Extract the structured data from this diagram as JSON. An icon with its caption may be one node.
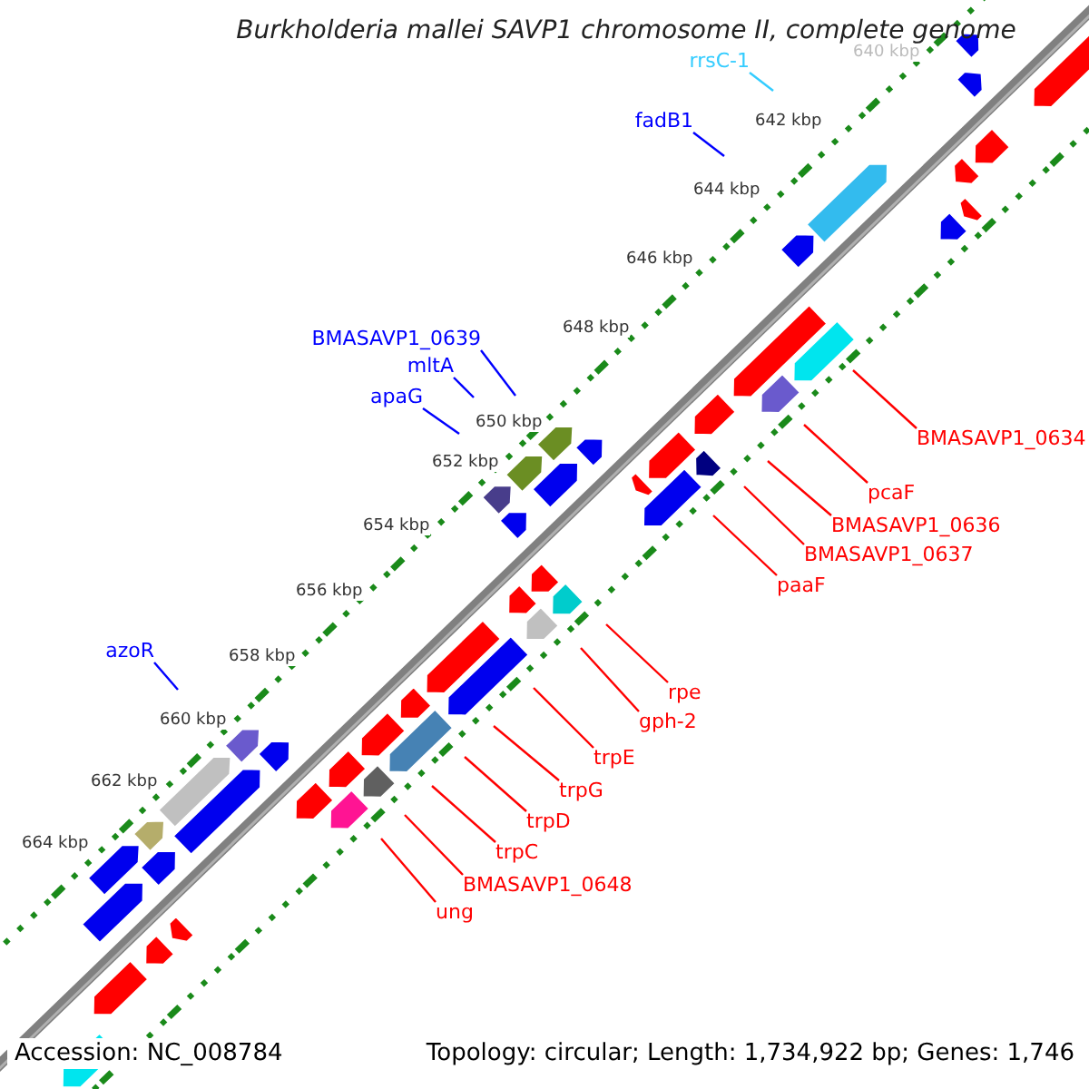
{
  "diagram": {
    "title": "Burkholderia mallei SAVP1 chromosome II, complete genome",
    "nodes": [
      {
        "text": [
          "rrsC-1"
        ]
      },
      {
        "text": [
          "fadB1"
        ]
      },
      {
        "text": [
          "BMASAVP1_0639"
        ]
      },
      {
        "text": [
          "mltA"
        ]
      },
      {
        "text": [
          "apaG"
        ]
      },
      {
        "text": [
          "BMASAVP1_0634"
        ]
      },
      {
        "text": [
          "pcaF"
        ]
      },
      {
        "text": [
          "BMASAVP1_0636"
        ]
      },
      {
        "text": [
          "BMASAVP1_0637"
        ]
      },
      {
        "text": [
          "paaF"
        ]
      },
      {
        "text": [
          "azoR"
        ]
      },
      {
        "text": [
          "rpe"
        ]
      },
      {
        "text": [
          "gph-2"
        ]
      },
      {
        "text": [
          "trpE"
        ]
      },
      {
        "text": [
          "trpG"
        ]
      },
      {
        "text": [
          "trpD"
        ]
      },
      {
        "text": [
          "trpC"
        ]
      },
      {
        "text": [
          "BMASAVP1_0648"
        ]
      },
      {
        "text": [
          "ung"
        ]
      }
    ],
    "edges": [
      {
        "from": 0,
        "to": null,
        "arrow": "none",
        "color": "#33ccff"
      },
      {
        "from": 1,
        "to": null,
        "arrow": "none",
        "color": "#0000ff"
      },
      {
        "from": 2,
        "to": null,
        "arrow": "none",
        "color": "#0000ff"
      },
      {
        "from": 3,
        "to": null,
        "arrow": "none",
        "color": "#0000ff"
      },
      {
        "from": 4,
        "to": null,
        "arrow": "none",
        "color": "#0000ff"
      },
      {
        "from": 5,
        "to": null,
        "arrow": "none"
      },
      {
        "from": 6,
        "to": null,
        "arrow": "none"
      },
      {
        "from": 7,
        "to": null,
        "arrow": "none"
      },
      {
        "from": 8,
        "to": null,
        "arrow": "none"
      },
      {
        "from": 9,
        "to": null,
        "arrow": "none"
      },
      {
        "from": 10,
        "to": null,
        "arrow": "none",
        "color": "#0000ff"
      },
      {
        "from": 11,
        "to": null,
        "arrow": "none"
      },
      {
        "from": 12,
        "to": null,
        "arrow": "none"
      },
      {
        "from": 13,
        "to": null,
        "arrow": "none"
      },
      {
        "from": 14,
        "to": null,
        "arrow": "none"
      },
      {
        "from": 15,
        "to": null,
        "arrow": "none"
      },
      {
        "from": 16,
        "to": null,
        "arrow": "none"
      },
      {
        "from": 17,
        "to": null,
        "arrow": "none"
      },
      {
        "from": 18,
        "to": null,
        "arrow": "none"
      }
    ],
    "labels": [
      "640 kbp",
      "642 kbp",
      "644 kbp",
      "646 kbp",
      "648 kbp",
      "650 kbp",
      "652 kbp",
      "654 kbp",
      "656 kbp",
      "658 kbp",
      "660 kbp",
      "662 kbp",
      "664 kbp",
      "Accession: NC_008784",
      "Topology: circular; Length: 1,734,922 bp; Genes: 1,746"
    ]
  }
}
